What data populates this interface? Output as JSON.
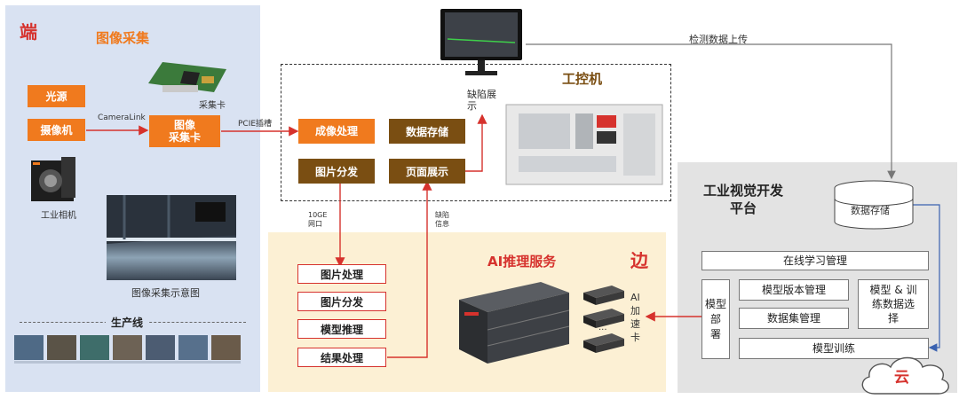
{
  "edge": {
    "title": "端",
    "section_title": "图像采集",
    "light_source": "光源",
    "camera": "摄像机",
    "cameralink": "CameraLink",
    "capture_card_box": "图像\n采集卡",
    "capture_card_caption": "采集卡",
    "industrial_camera": "工业相机",
    "capture_diagram_caption": "图像采集示意图",
    "production_line": "生产线",
    "pcie": "PCIE插槽"
  },
  "ipc": {
    "title": "工控机",
    "defect_display": "缺陷展示",
    "imaging": "成像处理",
    "data_storage": "数据存储",
    "image_dispatch": "图片分发",
    "page_display": "页面展示",
    "upload_label": "检测数据上传"
  },
  "ai_service": {
    "title": "AI推理服务",
    "corner": "边",
    "net_label": "10GE\n网口",
    "defect_info": "缺陷\n信息",
    "pipeline": [
      "图片处理",
      "图片分发",
      "模型推理",
      "结果处理"
    ],
    "accelerator": "AI\n加\n速\n卡",
    "ellipsis": "..."
  },
  "platform": {
    "title": "工业视觉开发\n平台",
    "data_storage": "数据存储",
    "online_learning": "在线学习管理",
    "model_deploy": "模型\n部\n署",
    "model_version": "模型版本管理",
    "dataset": "数据集管理",
    "training_select": "模型 & 训\n练数据选\n择",
    "model_training": "模型训练",
    "cloud": "云"
  },
  "colors": {
    "orange": "#f07a1e",
    "brown": "#7a4e12",
    "red": "#d6322d",
    "edge_bg": "#d9e2f2",
    "mid_bg": "#fcf0d4",
    "cloud_bg": "#e3e3e3"
  }
}
